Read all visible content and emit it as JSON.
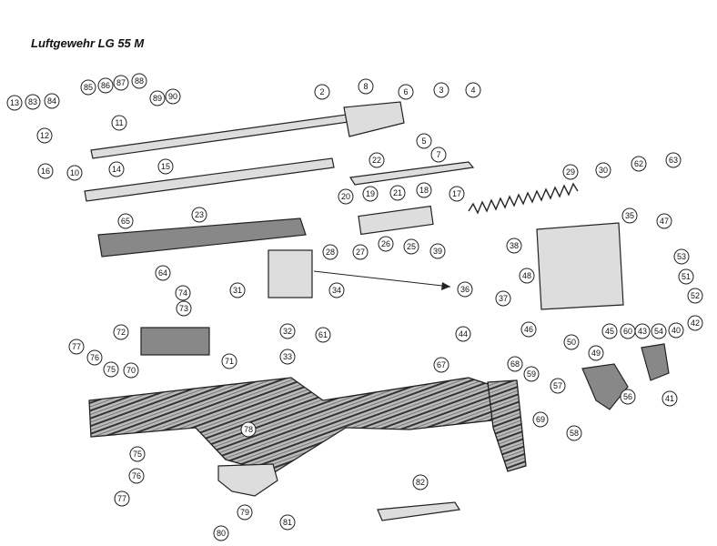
{
  "title": "Luftgewehr LG 55 M",
  "parts": [
    "13",
    "83",
    "84",
    "85",
    "86",
    "87",
    "88",
    "89",
    "90",
    "12",
    "11",
    "16",
    "10",
    "14",
    "2",
    "8",
    "6",
    "3",
    "4",
    "5",
    "7",
    "22",
    "15",
    "20",
    "21",
    "19",
    "18",
    "17",
    "29",
    "30",
    "62",
    "63",
    "65",
    "23",
    "28",
    "27",
    "26",
    "25",
    "35",
    "47",
    "39",
    "38",
    "53",
    "51",
    "64",
    "34",
    "74",
    "73",
    "31",
    "61",
    "36",
    "37",
    "48",
    "52",
    "42",
    "40",
    "54",
    "43",
    "60",
    "45",
    "44",
    "46",
    "50",
    "49",
    "32",
    "33",
    "72",
    "77",
    "76",
    "75",
    "70",
    "71",
    "67",
    "68",
    "59",
    "57",
    "69",
    "58",
    "56",
    "41",
    "78",
    "75",
    "76",
    "77",
    "82",
    "79",
    "80",
    "81"
  ]
}
